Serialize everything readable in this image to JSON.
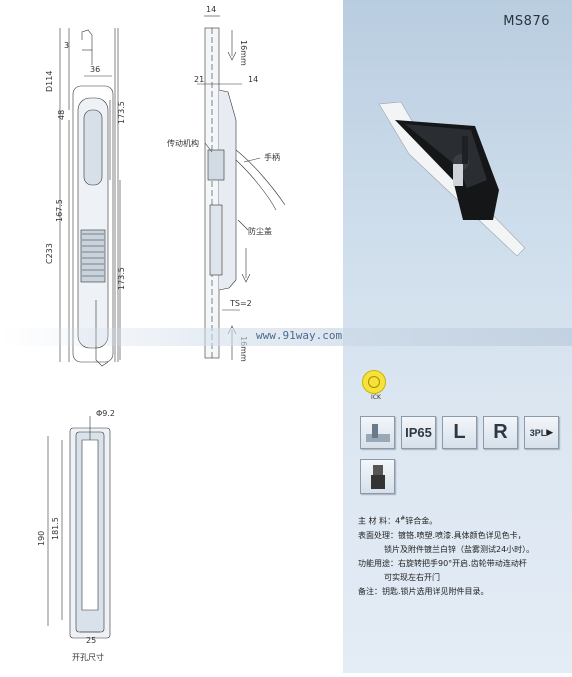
{
  "model": "MS876",
  "watermark": "www.91way.com",
  "dims": {
    "d14_top": "14",
    "d16mm_top": "16mm",
    "d3": "3",
    "d36": "36",
    "D114": "D114",
    "d48": "48",
    "d173_5a": "173.5",
    "d21": "21",
    "d14_b": "14",
    "d167_5": "167.5",
    "C233": "C233",
    "d173_5b": "173.5",
    "TS": "TS=2",
    "d16mm_bot": "16mm",
    "phi": "Φ9.2",
    "d190": "190",
    "d181_5": "181.5",
    "d25": "25"
  },
  "labels": {
    "mechanism": "传动机构",
    "handle": "手柄",
    "dust_cover": "防尘盖",
    "cutout": "开孔尺寸"
  },
  "badge": {
    "text": "ICK"
  },
  "icons": {
    "ip": "IP65",
    "L": "L",
    "R": "R",
    "pl": "3PL"
  },
  "spec": {
    "material": "主 材 料：4",
    "material_sup": "#",
    "material_tail": "锌合金。",
    "surface": "表面处理：镀铬.喷塑.喷漆.具体颜色详见色卡，",
    "surface2": "锁片及附件镀兰白锌（盐雾测试24小时）。",
    "function": "功能用途：右旋转把手90°开启.齿轮带动连动杆",
    "function2": "可实现左右开门",
    "note": "备注：钥匙.锁片选用详见附件目录。"
  }
}
